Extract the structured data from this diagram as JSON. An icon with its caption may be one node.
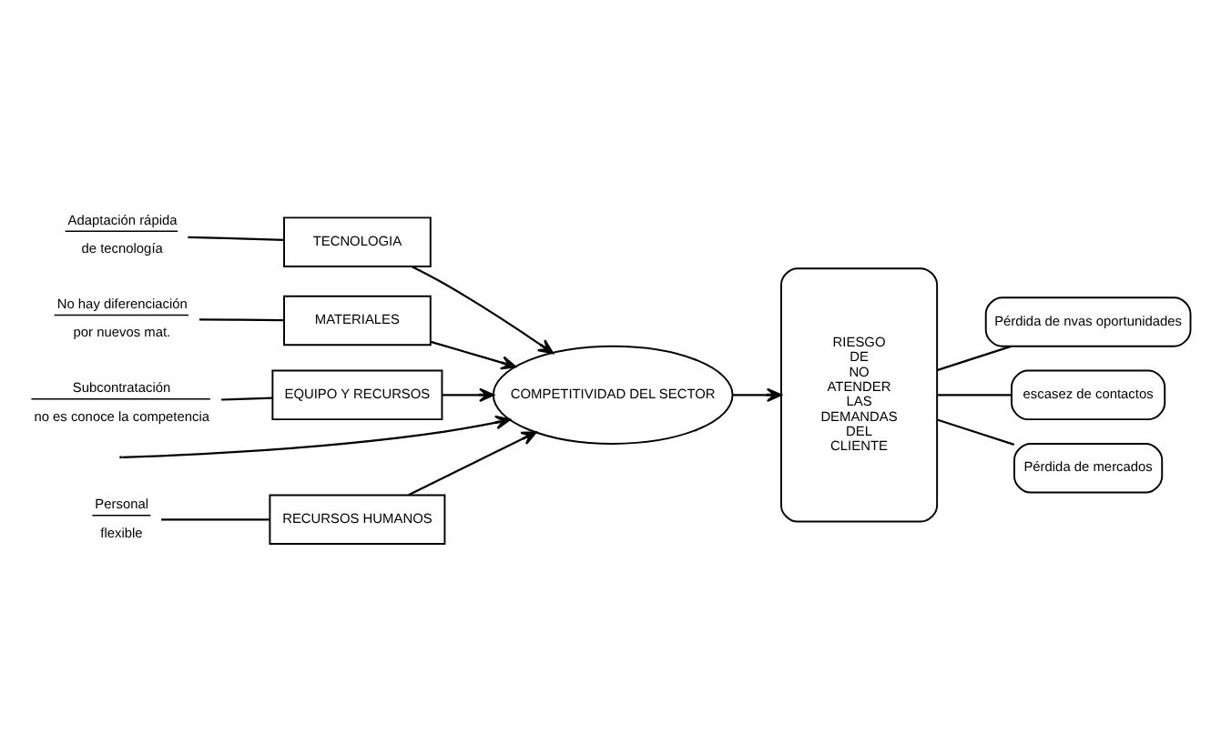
{
  "diagram": {
    "nodes": [
      {
        "text": [
          "RECURSOS HUMANOS"
        ]
      },
      {
        "text": [
          "TECNOLOGIA"
        ]
      },
      {
        "text": [
          "Personal",
          "flexible"
        ]
      },
      {
        "text": [
          "Adaptación rápida",
          "de tecnología"
        ]
      },
      {
        "text": [
          "COMPETITIVIDAD DEL SECTOR"
        ]
      },
      {
        "text": [
          "RIESGO DE NO ATENDER LAS DEMANDAS DEL CLIENTE"
        ]
      },
      {
        "text": [
          "Pérdida de nvas oportunidades"
        ]
      },
      {
        "text": [
          "escasez de contactos"
        ]
      },
      {
        "text": [
          "Pérdida de mercados"
        ]
      },
      {
        "text": [
          "No hay diferenciación",
          "por nuevos mat."
        ]
      },
      {
        "text": [
          "Subcontratación",
          "no es conoce la competencia"
        ]
      },
      {
        "text": [
          "MATERIALES"
        ]
      },
      {
        "text": [
          "EQUIPO Y RECURSOS"
        ]
      }
    ],
    "edges": [
      {
        "from": 2,
        "to": 0,
        "arrow": "none"
      },
      {
        "from": 3,
        "to": 1,
        "arrow": "none"
      },
      {
        "from": 9,
        "to": 11,
        "arrow": "none"
      },
      {
        "from": 10,
        "to": 12,
        "arrow": "none"
      },
      {
        "from": 0,
        "to": 4,
        "arrow": "to"
      },
      {
        "from": 1,
        "to": 4,
        "arrow": "to"
      },
      {
        "from": 11,
        "to": 4,
        "arrow": "to"
      },
      {
        "from": 12,
        "to": 4,
        "arrow": "to"
      },
      {
        "from": null,
        "to": 4,
        "arrow": "to"
      },
      {
        "from": 4,
        "to": 5,
        "arrow": "to"
      },
      {
        "from": 5,
        "to": 6,
        "arrow": "none"
      },
      {
        "from": 5,
        "to": 7,
        "arrow": "none"
      },
      {
        "from": 5,
        "to": 8,
        "arrow": "none"
      }
    ]
  }
}
